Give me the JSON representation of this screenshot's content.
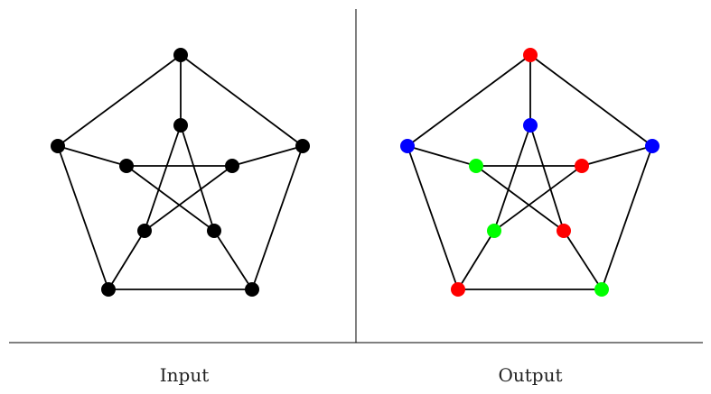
{
  "panels": [
    {
      "label": "Input",
      "node_colors": [
        "#000000",
        "#000000",
        "#000000",
        "#000000",
        "#000000",
        "#000000",
        "#000000",
        "#000000",
        "#000000",
        "#000000"
      ]
    },
    {
      "label": "Output",
      "node_colors": [
        "#ff0000",
        "#0000ff",
        "#0000ff",
        "#ff0000",
        "#00ff00",
        "#0000ff",
        "#00ff00",
        "#ff0000",
        "#00ff00",
        "#ff0000"
      ]
    }
  ],
  "graph": {
    "nodes": [
      "outer-top",
      "outer-left",
      "outer-right",
      "outer-bottom-left",
      "outer-bottom-right",
      "inner-top",
      "inner-left",
      "inner-right",
      "inner-bottom-left",
      "inner-bottom-right"
    ],
    "edges": [
      [
        0,
        1
      ],
      [
        0,
        2
      ],
      [
        1,
        3
      ],
      [
        2,
        4
      ],
      [
        3,
        4
      ],
      [
        0,
        5
      ],
      [
        1,
        6
      ],
      [
        2,
        7
      ],
      [
        3,
        8
      ],
      [
        4,
        9
      ],
      [
        5,
        8
      ],
      [
        5,
        9
      ],
      [
        6,
        7
      ],
      [
        6,
        9
      ],
      [
        7,
        8
      ]
    ]
  }
}
